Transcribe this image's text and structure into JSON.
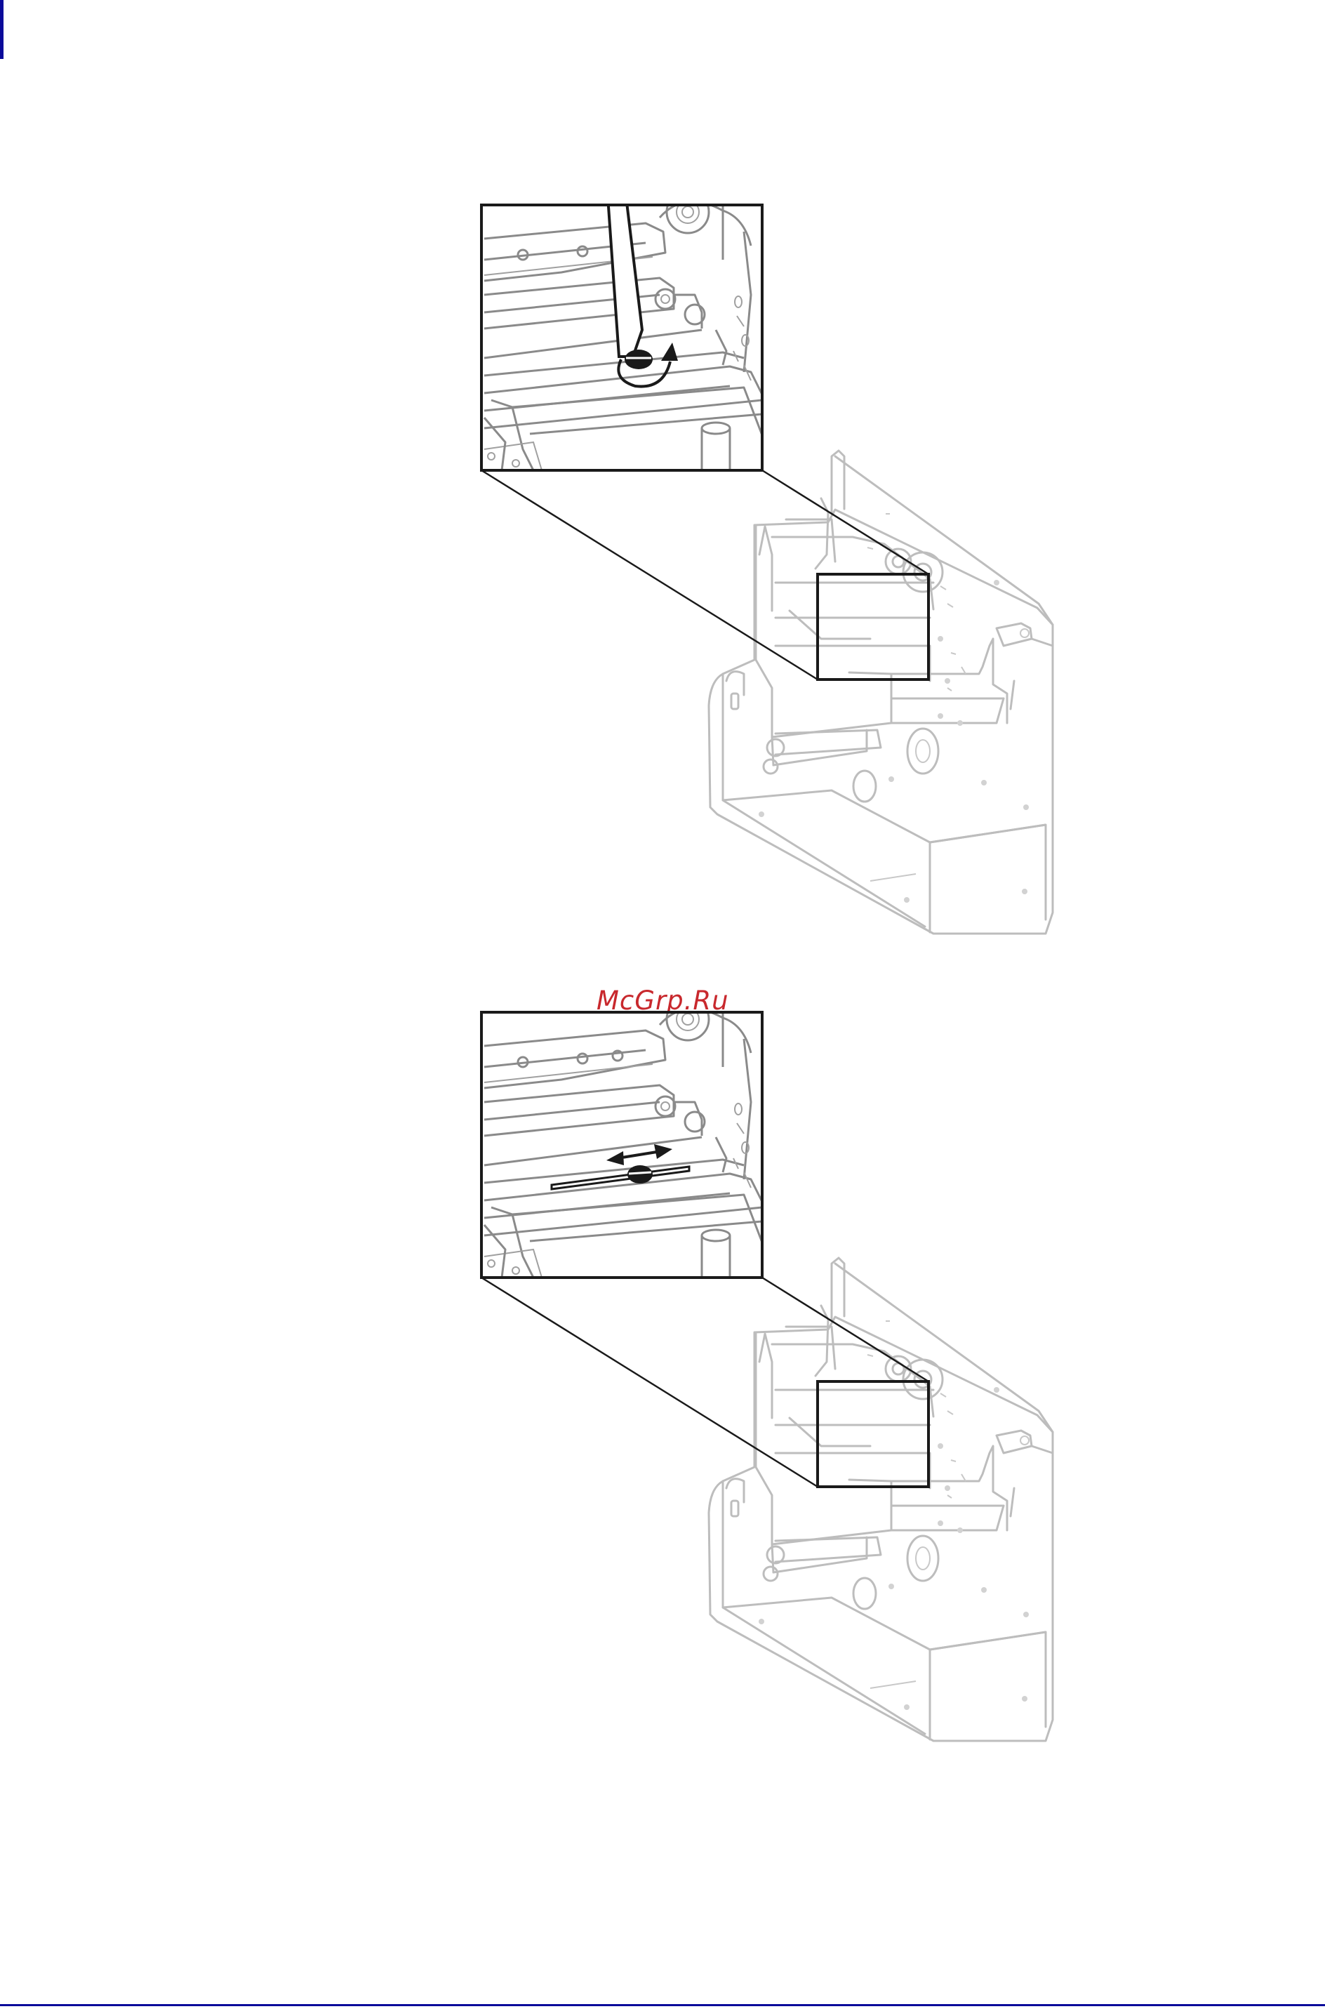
{
  "colors": {
    "accent_blue": "#0a0a9a",
    "watermark_red": "#c8282d",
    "line_dark": "#1a1a1a",
    "line_gray": "#bdbdbd"
  },
  "watermark": {
    "text": "McGrp.Ru"
  },
  "figures": [
    {
      "id": "figure-1",
      "zoom_action": "screwdriver-turn-screw",
      "arrow": "curved-rotation-arrow"
    },
    {
      "id": "figure-2",
      "zoom_action": "slide-screw-in-slot",
      "arrow": "double-headed-horizontal-arrow"
    }
  ]
}
